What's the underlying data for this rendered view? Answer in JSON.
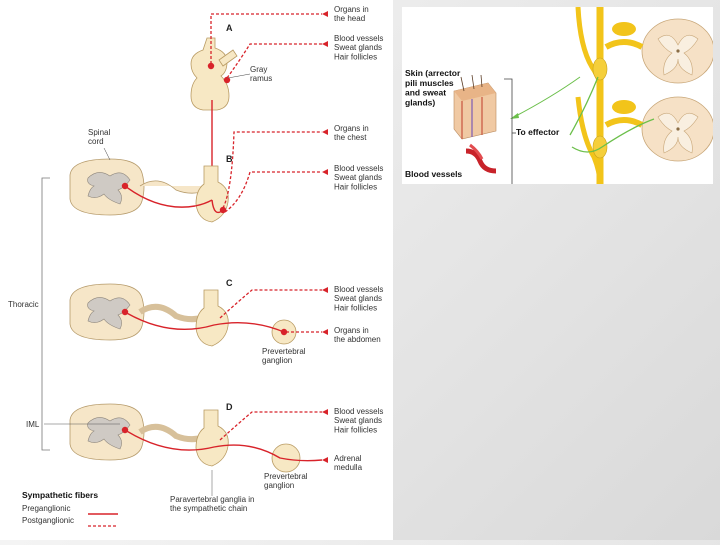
{
  "left_figure": {
    "sections": {
      "a": {
        "letter": "A",
        "targets_top": "Organs in\nthe head",
        "targets_mid": "Blood vessels\nSweat glands\nHair follicles",
        "gray_ramus": "Gray\nramus"
      },
      "b": {
        "letter": "B",
        "targets_top": "Organs in\nthe chest",
        "targets_mid": "Blood vessels\nSweat glands\nHair follicles"
      },
      "c": {
        "letter": "C",
        "targets_mid": "Blood vessels\nSweat glands\nHair follicles",
        "targets_bottom": "Organs in\nthe abdomen",
        "prevertebral": "Prevertebral\nganglion"
      },
      "d": {
        "letter": "D",
        "targets_mid": "Blood vessels\nSweat glands\nHair follicles",
        "targets_bottom": "Adrenal\nmedulla",
        "prevertebral": "Prevertebral\nganglion"
      }
    },
    "side_labels": {
      "spinal_cord": "Spinal\ncord",
      "thoracic": "Thoracic",
      "iml": "IML"
    },
    "paravertebral": "Paravertebral ganglia in\nthe sympathetic chain",
    "legend": {
      "title": "Sympathetic fibers",
      "preganglionic": "Preganglionic",
      "postganglionic": "Postganglionic"
    }
  },
  "right_figure": {
    "skin_label": "Skin (arrector\npili muscles\nand sweat\nglands)",
    "effector_label": "To effector",
    "blood_vessels_label": "Blood vessels"
  },
  "colors": {
    "fiber_red": "#d8232a",
    "postganglionic_green": "#6bbf4a",
    "nerve_yellow": "#f2c41a",
    "cord_cream": "#f6e6c8"
  }
}
